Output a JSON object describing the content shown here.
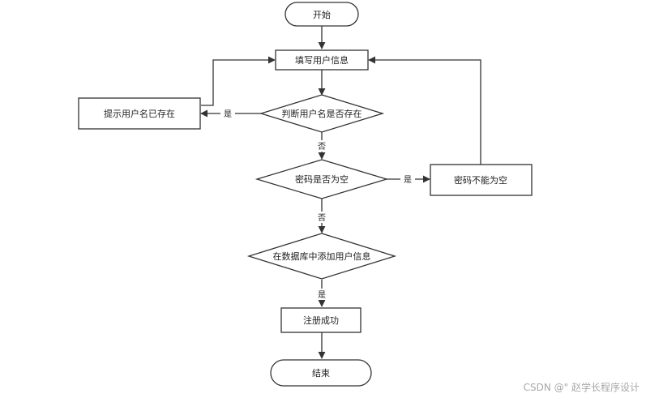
{
  "nodes": {
    "start": "开始",
    "fill_info": "填写用户信息",
    "username_exists": "提示用户名已存在",
    "check_username": "判断用户名是否存在",
    "password_empty_check": "密码是否为空",
    "password_required": "密码不能为空",
    "add_to_db": "在数据库中添加用户信息",
    "success": "注册成功",
    "end": "结束"
  },
  "edges": {
    "username_yes": "是",
    "username_no": "否",
    "password_yes": "是",
    "password_no": "否",
    "db_yes": "是"
  },
  "watermark": "CSDN @\" 赵学长程序设计"
}
